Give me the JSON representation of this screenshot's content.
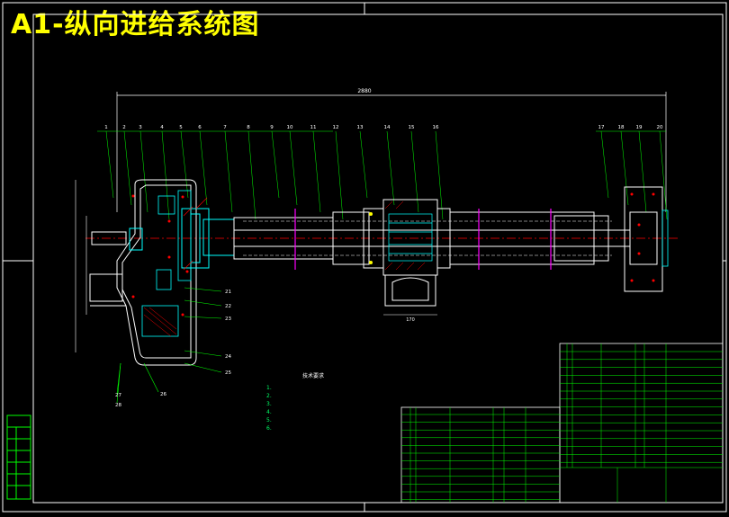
{
  "title": "A1-纵向进给系统图",
  "notes": {
    "heading": "技术要求",
    "lines": [
      "1.",
      "2.",
      "3.",
      "4.",
      "5.",
      "6."
    ]
  },
  "dims": {
    "overall": "2880",
    "lower": "170"
  },
  "balloons": [
    "1",
    "2",
    "3",
    "4",
    "5",
    "6",
    "7",
    "8",
    "9",
    "10",
    "11",
    "12",
    "13",
    "14",
    "15",
    "16",
    "17",
    "18",
    "19",
    "20"
  ],
  "balloons_right": [
    "21",
    "22",
    "23",
    "24",
    "25",
    "26",
    "27",
    "28"
  ],
  "colors": {
    "frame": "#ffffff",
    "part": "#00ffff",
    "leader": "#00ff00",
    "hatch": "#ff00ff",
    "center": "#ff0000",
    "title": "#ffff00",
    "table": "#00ff00"
  }
}
